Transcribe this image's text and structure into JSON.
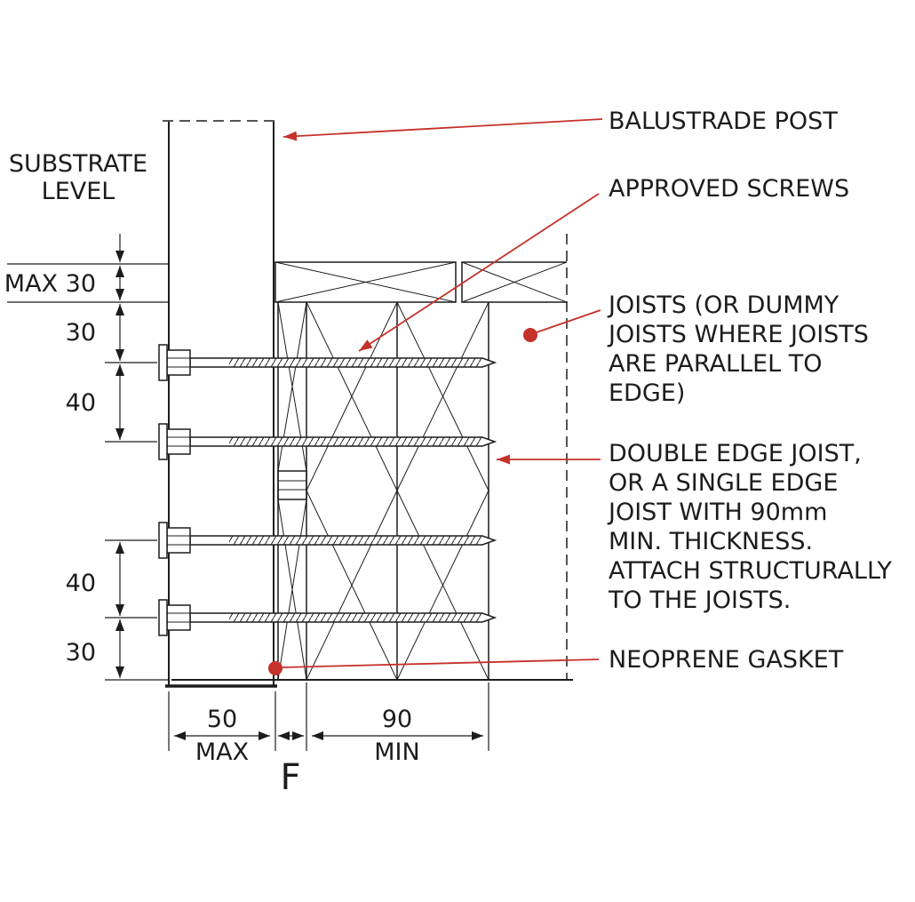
{
  "colors": {
    "ink": "#1c1c1c",
    "annotation_red": "#c5312b",
    "background": "#ffffff"
  },
  "labels": {
    "substrate_line1": "SUBSTRATE",
    "substrate_line2": "LEVEL",
    "section_marker": "F"
  },
  "dimensions": {
    "left": [
      "MAX 30",
      "30",
      "40",
      "40",
      "30"
    ],
    "bottom": [
      {
        "value": "50",
        "qualifier": "MAX"
      },
      {
        "value": "90",
        "qualifier": "MIN"
      }
    ]
  },
  "annotations": {
    "balustrade_post": {
      "text": "BALUSTRADE POST"
    },
    "approved_screws": {
      "text": "APPROVED SCREWS"
    },
    "joists": {
      "lines": [
        "JOISTS (OR DUMMY",
        "JOISTS WHERE JOISTS",
        "ARE PARALLEL TO",
        "EDGE)"
      ]
    },
    "double_edge_joist": {
      "lines": [
        "DOUBLE EDGE JOIST,",
        "OR A SINGLE EDGE",
        "JOIST WITH 90mm",
        "MIN. THICKNESS.",
        "ATTACH STRUCTURALLY",
        "TO THE JOISTS."
      ]
    },
    "neoprene_gasket": {
      "text": "NEOPRENE GASKET"
    }
  }
}
